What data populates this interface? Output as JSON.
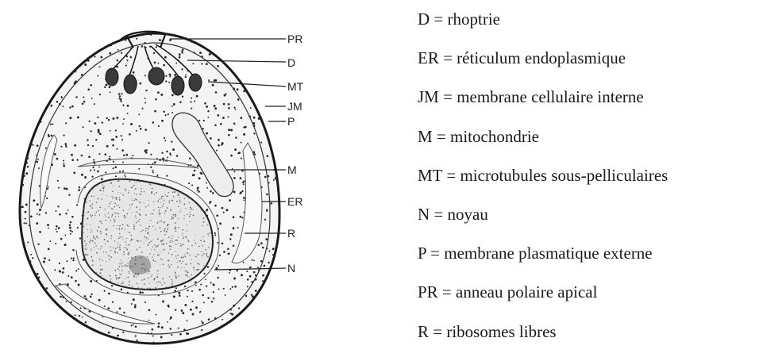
{
  "diagram": {
    "labels": [
      "PR",
      "D",
      "MT",
      "JM",
      "P",
      "M",
      "ER",
      "R",
      "N"
    ]
  },
  "legend": {
    "items": [
      "D = rhoptrie",
      "ER = réticulum endoplasmique",
      "JM = membrane cellulaire interne",
      "M = mitochondrie",
      "MT = microtubules sous-pelliculaires",
      "N = noyau",
      "P = membrane plasmatique externe",
      "PR = anneau polaire apical",
      "R = ribosomes libres"
    ]
  }
}
